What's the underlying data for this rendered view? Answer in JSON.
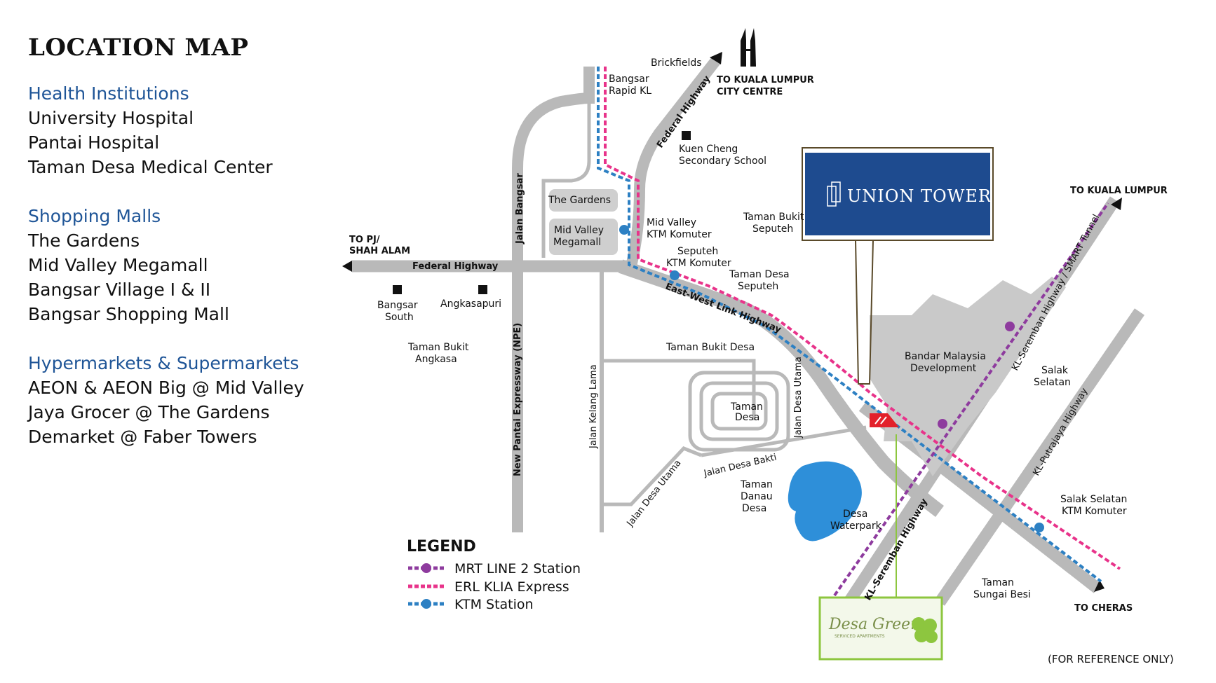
{
  "title": "LOCATION MAP",
  "categories": [
    {
      "heading": "Health Institutions",
      "items": [
        "University Hospital",
        "Pantai Hospital",
        "Taman Desa Medical Center"
      ]
    },
    {
      "heading": "Shopping Malls",
      "items": [
        "The Gardens",
        "Mid Valley Megamall",
        "Bangsar Village I & II",
        "Bangsar Shopping Mall"
      ]
    },
    {
      "heading": "Hypermarkets & Supermarkets",
      "items": [
        "AEON & AEON Big @ Mid Valley",
        "Jaya Grocer @ The Gardens",
        "Demarket @ Faber Towers"
      ]
    }
  ],
  "map": {
    "directions": {
      "klcc_1": "TO KUALA LUMPUR",
      "klcc_2": "CITY CENTRE",
      "kl": "TO KUALA LUMPUR",
      "pj_1": "TO PJ/",
      "pj_2": "SHAH ALAM",
      "cheras": "TO CHERAS"
    },
    "roads": {
      "federal_hwy_w": "Federal Highway",
      "federal_hwy_n": "Federal Highway",
      "jalan_bangsar": "Jalan Bangsar",
      "npe": "New Pantai Expressway (NPE)",
      "east_west": "East-West Link Highway",
      "jalan_kelang_lama": "Jalan Kelang Lama",
      "jalan_desa_utama_1": "Jalan Desa Utama",
      "jalan_desa_utama_2": "Jalan Desa Utama",
      "jalan_desa_bakti": "Jalan Desa Bakti",
      "kl_seremban_1": "KL-Seremban Highway / SMART Tunnel",
      "kl_seremban_2": "KL-Seremban Highway",
      "kl_putrajaya": "KL-Putrajaya Highway"
    },
    "places": {
      "brickfields": "Brickfields",
      "bangsar_rapid_1": "Bangsar",
      "bangsar_rapid_2": "Rapid KL",
      "kuen_cheng_1": "Kuen Cheng",
      "kuen_cheng_2": "Secondary School",
      "the_gardens": "The Gardens",
      "mid_valley_1": "Mid Valley",
      "mid_valley_2": "Megamall",
      "mv_ktm_1": "Mid Valley",
      "mv_ktm_2": "KTM Komuter",
      "seputeh_ktm_1": "Seputeh",
      "seputeh_ktm_2": "KTM Komuter",
      "tbs_1": "Taman Bukit",
      "tbs_2": "Seputeh",
      "tds_1": "Taman Desa",
      "tds_2": "Seputeh",
      "bangsar_south_1": "Bangsar",
      "bangsar_south_2": "South",
      "angkasapuri": "Angkasapuri",
      "tba_1": "Taman Bukit",
      "tba_2": "Angkasa",
      "taman_bukit_desa": "Taman Bukit Desa",
      "taman_desa_1": "Taman",
      "taman_desa_2": "Desa",
      "tdd_1": "Taman",
      "tdd_2": "Danau",
      "tdd_3": "Desa",
      "waterpark_1": "Desa",
      "waterpark_2": "Waterpark",
      "bmd_1": "Bandar Malaysia",
      "bmd_2": "Development",
      "salak_1": "Salak",
      "salak_2": "Selatan",
      "salak_ktm_1": "Salak Selatan",
      "salak_ktm_2": "KTM Komuter",
      "tsb_1": "Taman",
      "tsb_2": "Sungai Besi"
    },
    "union_tower": "UNION TOWER",
    "desa_green": {
      "name": "Desa Green",
      "sub": "SERVICED APARTMENTS"
    },
    "colors": {
      "road": "#b9b9b9",
      "mrt": "#8e3b9e",
      "erl": "#e8338a",
      "ktm": "#2d80c3",
      "union_bg": "#1e4b8f",
      "site": "#e3202a",
      "water": "#2e8fd9",
      "green_frame": "#8dc63f"
    }
  },
  "legend": {
    "title": "LEGEND",
    "items": [
      {
        "key": "mrt",
        "label": "MRT LINE 2 Station"
      },
      {
        "key": "erl",
        "label": "ERL KLIA Express"
      },
      {
        "key": "ktm",
        "label": "KTM Station"
      }
    ]
  },
  "note": "(FOR REFERENCE ONLY)"
}
